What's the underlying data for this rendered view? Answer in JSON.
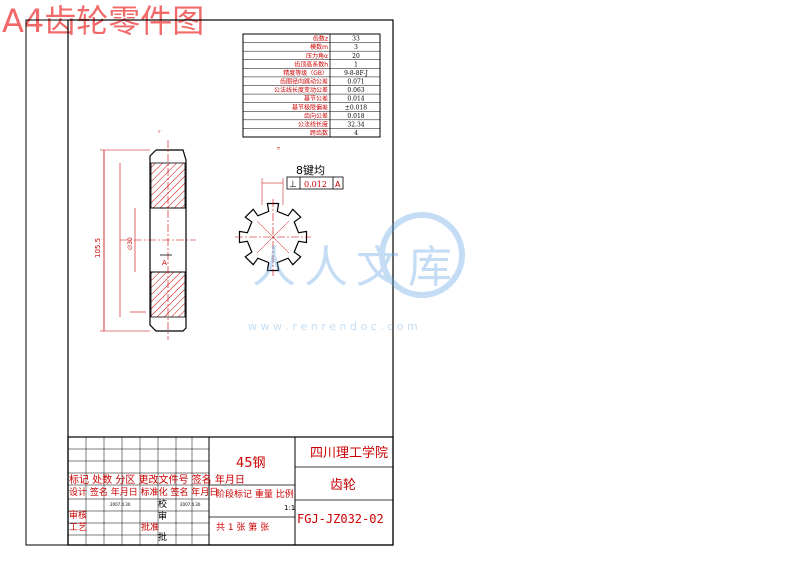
{
  "banner": "A4齿轮零件图",
  "params": {
    "rows": [
      {
        "label": "齿数z",
        "value": "33"
      },
      {
        "label": "模数m",
        "value": "3"
      },
      {
        "label": "压力角α",
        "value": "20"
      },
      {
        "label": "齿顶高系数h",
        "value": "1"
      },
      {
        "label": "精度等级（GB）",
        "value": "9-8-8F-J"
      },
      {
        "label": "齿圈径向跳动公差",
        "value": "0.071"
      },
      {
        "label": "公法线长度变动公差",
        "value": "0.063"
      },
      {
        "label": "基节公差",
        "value": "0.014"
      },
      {
        "label": "基节极限偏差",
        "value": "±0.018"
      },
      {
        "label": "齿向公差",
        "value": "0.018"
      },
      {
        "label": "公法线长度",
        "value": "32.34"
      },
      {
        "label": "跨齿数",
        "value": "4"
      }
    ]
  },
  "spline": {
    "label": "8键均",
    "tolerance_symbol": "⊥",
    "tolerance_value": "0.012",
    "datum": "A"
  },
  "dimensions": {
    "outer_diameter": "105.5",
    "bore": "∅30",
    "datum_a": "A"
  },
  "watermark": {
    "brand": "人人文库",
    "url": "w w w . r e n r e n d o c . c o m"
  },
  "title_block": {
    "material": "45钢",
    "school": "四川理工学院",
    "part_name": "齿轮",
    "drawing_no": "FGJ-JZ032-02",
    "scale": "1:1",
    "row_labels_1": "标记 处数 分区 更改文件号 签名 年月日",
    "row_labels_2": "设计 签名 年月日 标准化 签名 年月日",
    "stage_label": "阶段标记 重量 比例",
    "sheet_label": "共 1 张 第 张",
    "design_date": "2007.4.30",
    "std_date": "2007.4.30",
    "roles": [
      "审核",
      "工艺",
      "批准"
    ],
    "roles_right": [
      "校",
      "审",
      "批"
    ]
  }
}
